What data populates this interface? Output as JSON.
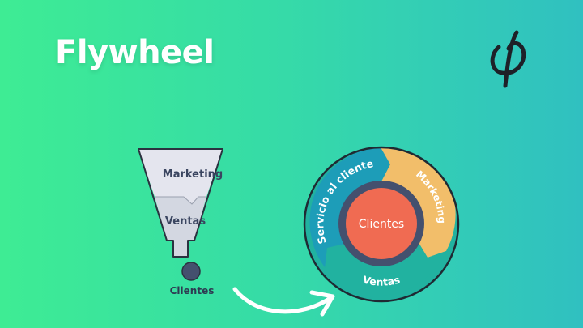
{
  "header": {
    "title": "Flywheel",
    "logo_icon": "phi-logo-icon"
  },
  "funnel": {
    "stages": [
      {
        "label": "Marketing",
        "fill": "#E4E5EE"
      },
      {
        "label": "Ventas",
        "fill": "#D3D7E1"
      }
    ],
    "outcome_label": "Clientes",
    "outcome_dot_color": "#44506E",
    "text_color": "#3A4560",
    "stroke_color": "#2B3240"
  },
  "arrow": {
    "icon": "curved-arrow-right-icon",
    "color": "#FFFFFF"
  },
  "flywheel": {
    "center_label": "Clientes",
    "segments": [
      {
        "label": "Servicio al cliente",
        "fill": "#1D9DB8"
      },
      {
        "label": "Marketing",
        "fill": "#F2BE6A"
      },
      {
        "label": "Ventas",
        "fill": "#21B2A0"
      }
    ],
    "core_fill": "#F06B52",
    "ring_fill": "#44506E",
    "outline_color": "#1F2A33"
  },
  "colors": {
    "background_left": "#3EEC94",
    "background_right": "#30C0C0"
  }
}
